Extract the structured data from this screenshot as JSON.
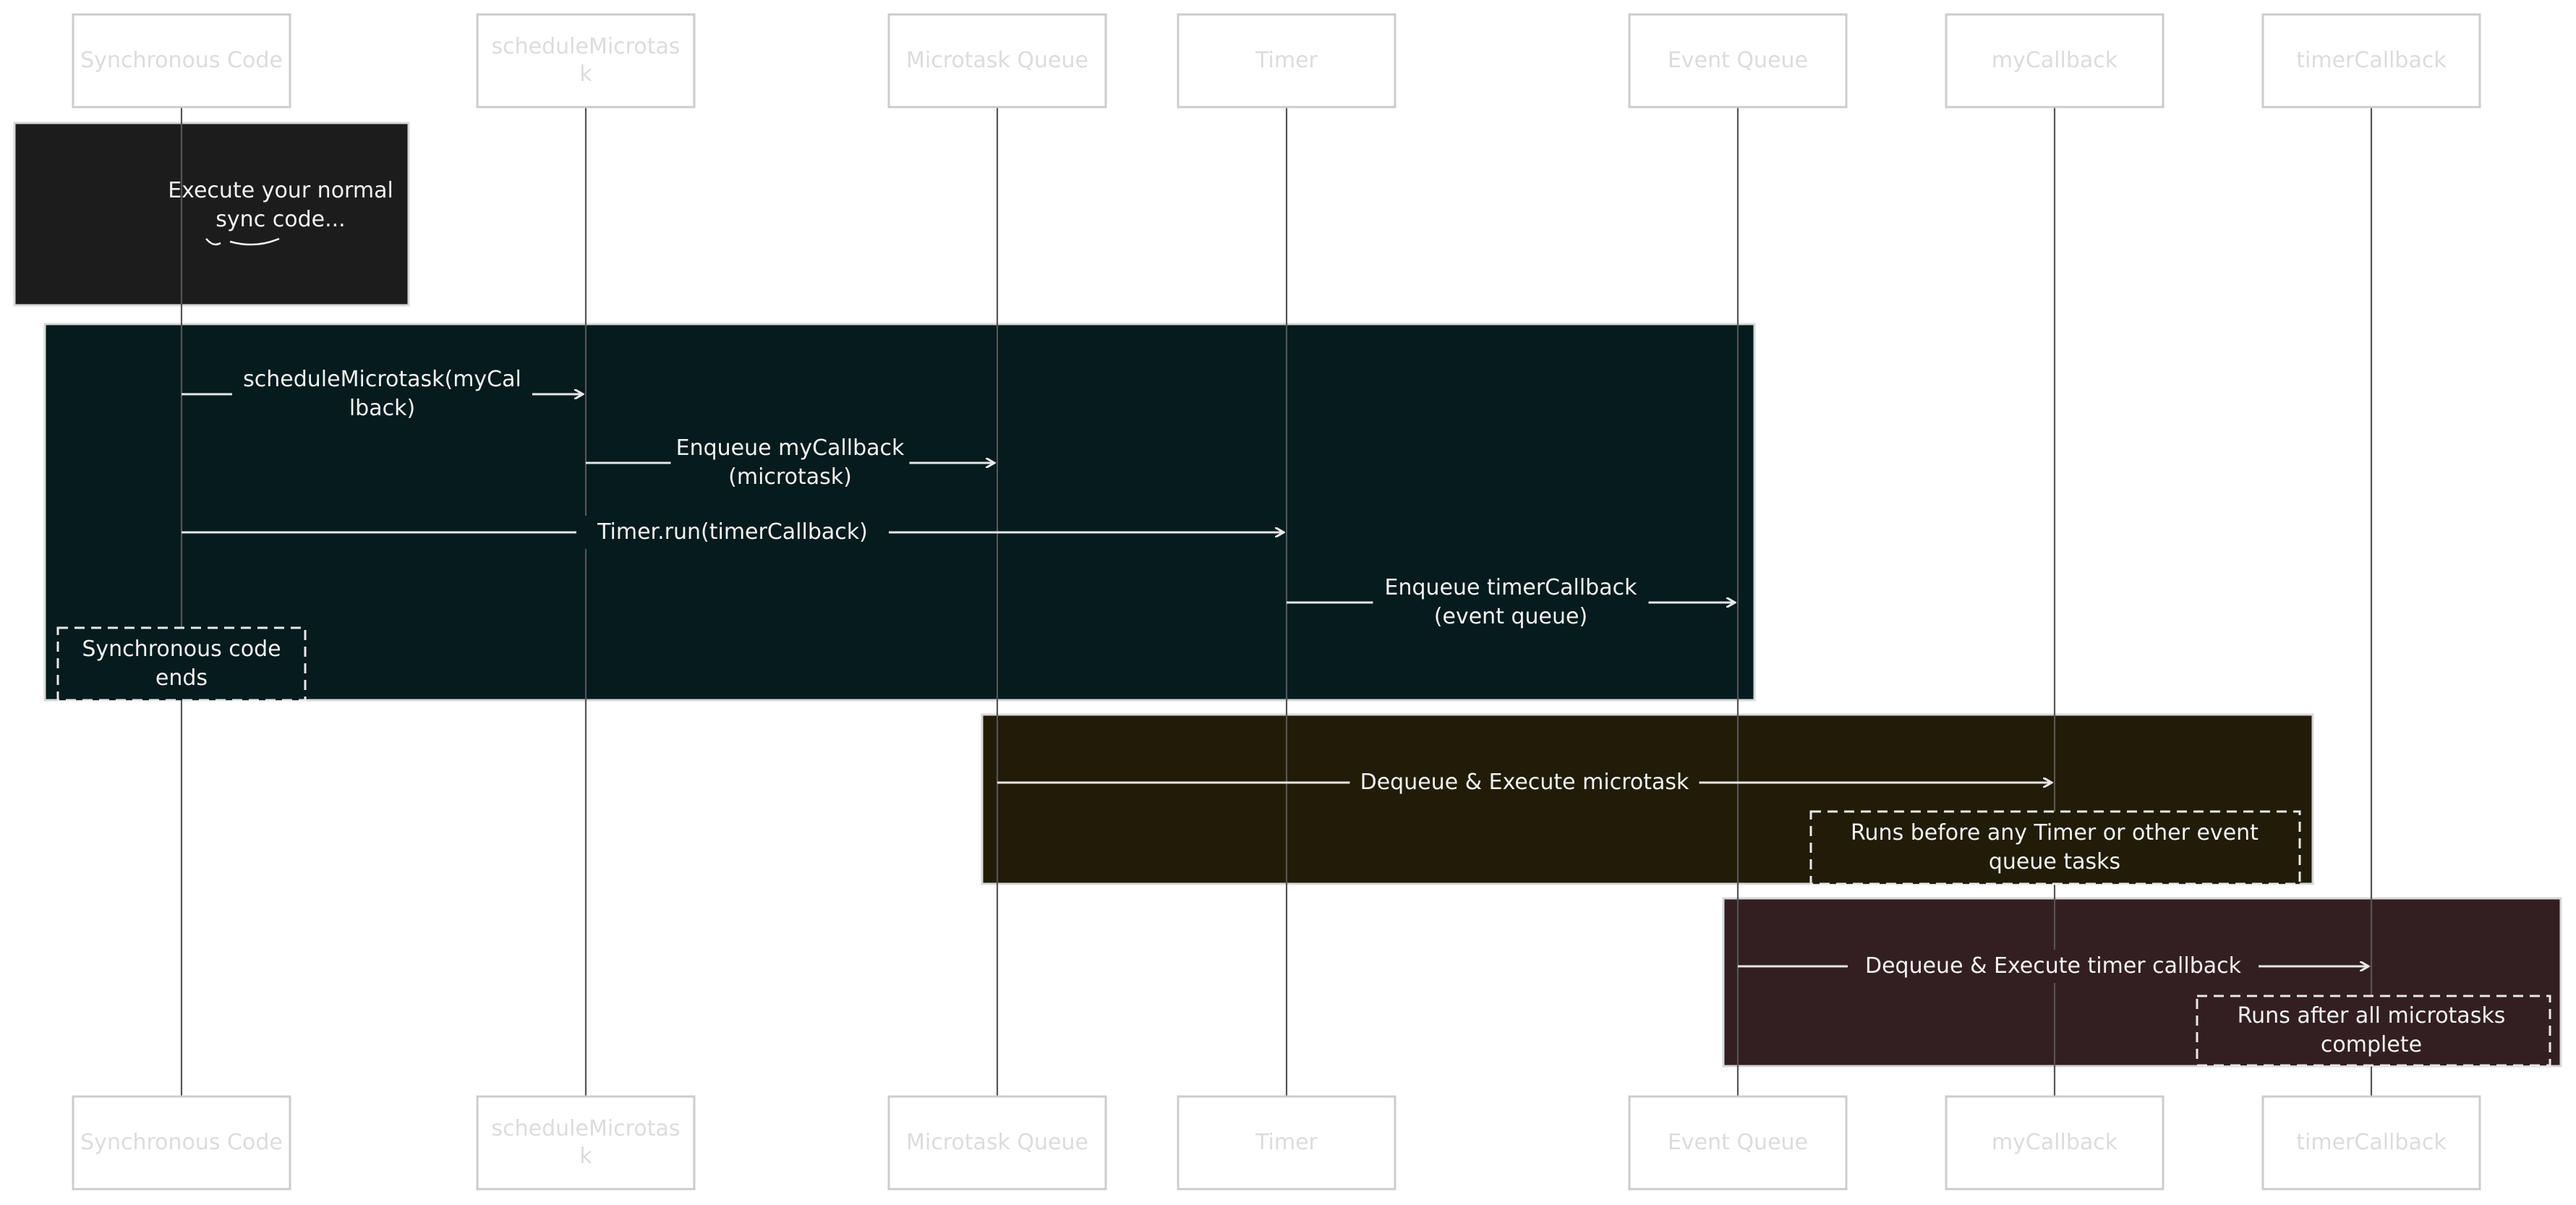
{
  "participants": [
    {
      "id": "sync",
      "label": [
        "Synchronous Code"
      ]
    },
    {
      "id": "sched",
      "label": [
        "scheduleMicrotas",
        "k"
      ]
    },
    {
      "id": "mq",
      "label": [
        "Microtask Queue"
      ]
    },
    {
      "id": "timer",
      "label": [
        "Timer"
      ]
    },
    {
      "id": "eq",
      "label": [
        "Event Queue"
      ]
    },
    {
      "id": "mycb",
      "label": [
        "myCallback"
      ]
    },
    {
      "id": "tcb",
      "label": [
        "timerCallback"
      ]
    }
  ],
  "groups": [
    {
      "id": "sync-exec",
      "color": "#1c1c1c",
      "note": [
        "Execute your normal",
        "sync code..."
      ]
    },
    {
      "id": "schedule",
      "color": "#051b1d"
    },
    {
      "id": "microtask",
      "color": "#211c07"
    },
    {
      "id": "event",
      "color": "#331f21"
    }
  ],
  "messages": [
    {
      "from": "sync",
      "to": "sched",
      "label": [
        "scheduleMicrotask(myCal",
        "lback)"
      ]
    },
    {
      "from": "sched",
      "to": "mq",
      "label": [
        "Enqueue myCallback",
        "(microtask)"
      ]
    },
    {
      "from": "sync",
      "to": "timer",
      "label": [
        "Timer.run(timerCallback)"
      ]
    },
    {
      "from": "timer",
      "to": "eq",
      "label": [
        "Enqueue timerCallback",
        "(event queue)"
      ]
    },
    {
      "from": "mq",
      "to": "mycb",
      "label": [
        "Dequeue & Execute microtask"
      ]
    },
    {
      "from": "eq",
      "to": "tcb",
      "label": [
        "Dequeue & Execute timer callback"
      ]
    }
  ],
  "notes": [
    {
      "id": "sync-ends",
      "label": [
        "Synchronous code",
        "ends"
      ]
    },
    {
      "id": "runs-before",
      "label": [
        "Runs before any Timer or other event",
        "queue tasks"
      ]
    },
    {
      "id": "runs-after",
      "label": [
        "Runs after all microtasks",
        "complete"
      ]
    }
  ]
}
